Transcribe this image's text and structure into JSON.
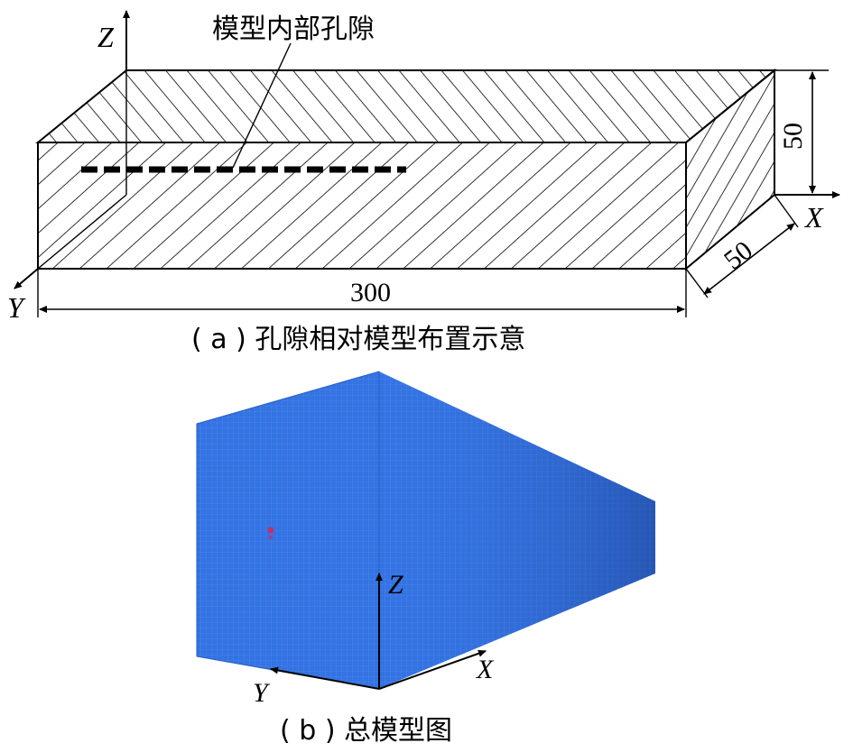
{
  "panel_a": {
    "axis_z": "Z",
    "axis_y": "Y",
    "axis_x": "X",
    "pore_label": "模型内部孔隙",
    "dim_length": "300",
    "dim_height": "50",
    "dim_depth": "50",
    "caption": "( a ) 孔隙相对模型布置示意"
  },
  "panel_b": {
    "axis_z": "Z",
    "axis_y": "Y",
    "axis_x": "X",
    "caption": "( b ) 总模型图",
    "mesh_color": "#2f6fe0",
    "pore_marker_color": "#c0306a"
  }
}
